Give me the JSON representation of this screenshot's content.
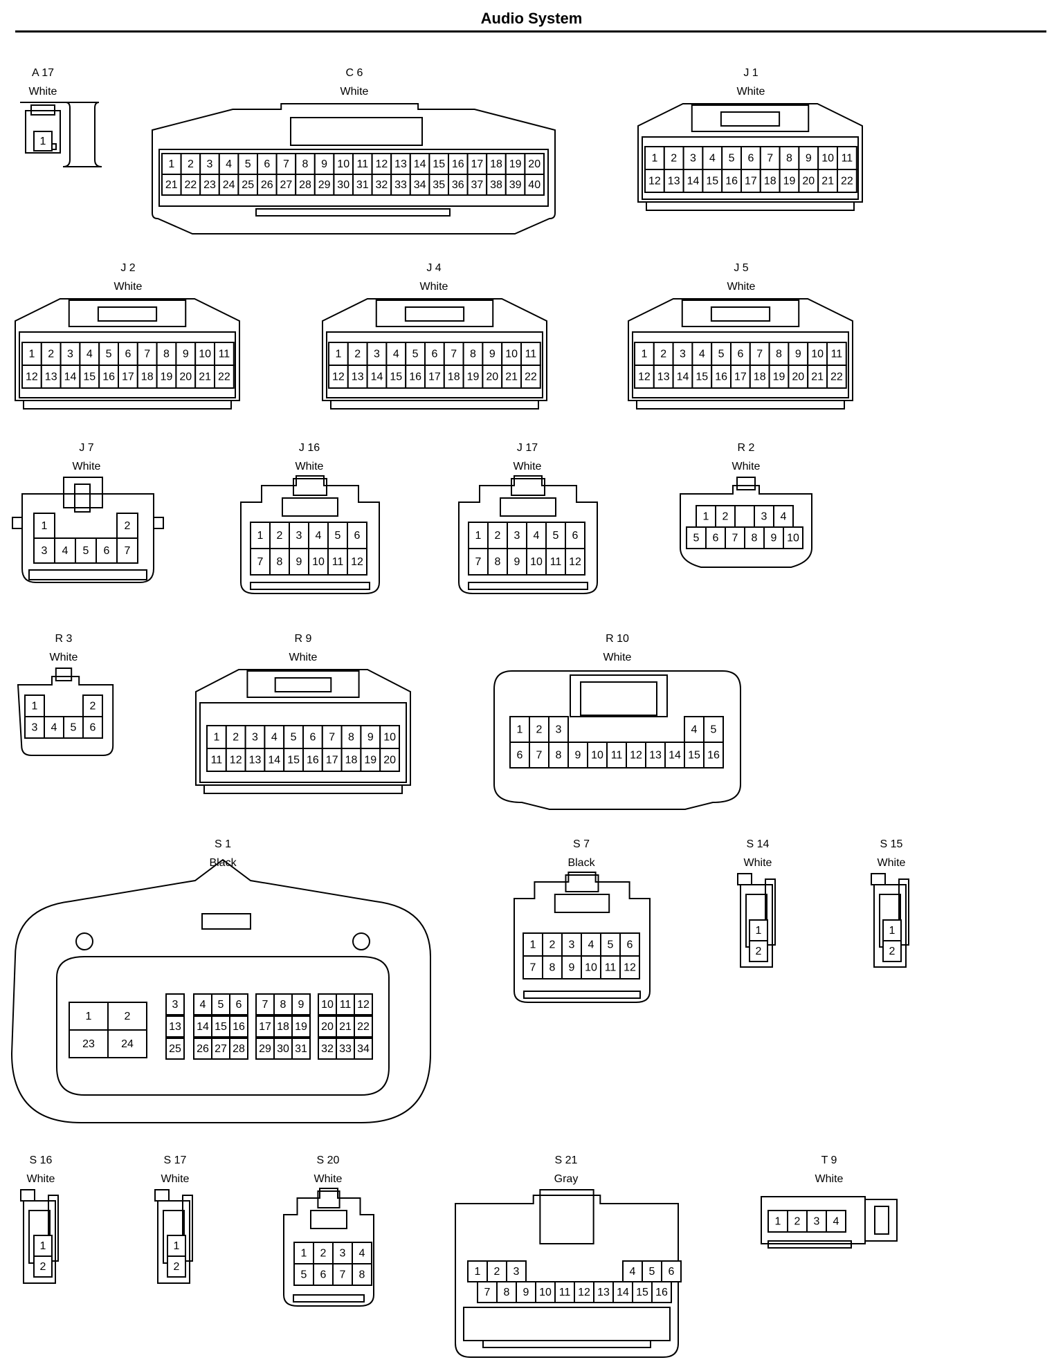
{
  "page": {
    "title": "Audio System"
  },
  "connectors": [
    {
      "id": "A 17",
      "color": "White",
      "shape": "single",
      "rows": [
        [
          "1"
        ]
      ]
    },
    {
      "id": "C 6",
      "color": "White",
      "shape": "wide",
      "rows": [
        [
          "1",
          "2",
          "3",
          "4",
          "5",
          "6",
          "7",
          "8",
          "9",
          "10",
          "11",
          "12",
          "13",
          "14",
          "15",
          "16",
          "17",
          "18",
          "19",
          "20"
        ],
        [
          "21",
          "22",
          "23",
          "24",
          "25",
          "26",
          "27",
          "28",
          "29",
          "30",
          "31",
          "32",
          "33",
          "34",
          "35",
          "36",
          "37",
          "38",
          "39",
          "40"
        ]
      ]
    },
    {
      "id": "J 1",
      "color": "White",
      "shape": "std",
      "rows": [
        [
          "1",
          "2",
          "3",
          "4",
          "5",
          "6",
          "7",
          "8",
          "9",
          "10",
          "11"
        ],
        [
          "12",
          "13",
          "14",
          "15",
          "16",
          "17",
          "18",
          "19",
          "20",
          "21",
          "22"
        ]
      ]
    },
    {
      "id": "J 2",
      "color": "White",
      "shape": "std",
      "rows": [
        [
          "1",
          "2",
          "3",
          "4",
          "5",
          "6",
          "7",
          "8",
          "9",
          "10",
          "11"
        ],
        [
          "12",
          "13",
          "14",
          "15",
          "16",
          "17",
          "18",
          "19",
          "20",
          "21",
          "22"
        ]
      ]
    },
    {
      "id": "J 4",
      "color": "White",
      "shape": "std",
      "rows": [
        [
          "1",
          "2",
          "3",
          "4",
          "5",
          "6",
          "7",
          "8",
          "9",
          "10",
          "11"
        ],
        [
          "12",
          "13",
          "14",
          "15",
          "16",
          "17",
          "18",
          "19",
          "20",
          "21",
          "22"
        ]
      ]
    },
    {
      "id": "J 5",
      "color": "White",
      "shape": "std",
      "rows": [
        [
          "1",
          "2",
          "3",
          "4",
          "5",
          "6",
          "7",
          "8",
          "9",
          "10",
          "11"
        ],
        [
          "12",
          "13",
          "14",
          "15",
          "16",
          "17",
          "18",
          "19",
          "20",
          "21",
          "22"
        ]
      ]
    },
    {
      "id": "J 7",
      "color": "White",
      "shape": "j7",
      "rows": [
        [
          "1",
          "",
          "",
          "",
          "2"
        ],
        [
          "3",
          "4",
          "5",
          "6",
          "7"
        ]
      ]
    },
    {
      "id": "J 16",
      "color": "White",
      "shape": "latch",
      "rows": [
        [
          "1",
          "2",
          "3",
          "4",
          "5",
          "6"
        ],
        [
          "7",
          "8",
          "9",
          "10",
          "11",
          "12"
        ]
      ]
    },
    {
      "id": "J 17",
      "color": "White",
      "shape": "latch",
      "rows": [
        [
          "1",
          "2",
          "3",
          "4",
          "5",
          "6"
        ],
        [
          "7",
          "8",
          "9",
          "10",
          "11",
          "12"
        ]
      ]
    },
    {
      "id": "R 2",
      "color": "White",
      "shape": "r2",
      "rows": [
        [
          "1",
          "2",
          "",
          "3",
          "4"
        ],
        [
          "5",
          "6",
          "7",
          "8",
          "9",
          "10"
        ]
      ]
    },
    {
      "id": "R 3",
      "color": "White",
      "shape": "r3",
      "rows": [
        [
          "1",
          "",
          "",
          "2"
        ],
        [
          "3",
          "4",
          "5",
          "6"
        ]
      ]
    },
    {
      "id": "R 9",
      "color": "White",
      "shape": "std",
      "rows": [
        [
          "1",
          "2",
          "3",
          "4",
          "5",
          "6",
          "7",
          "8",
          "9",
          "10"
        ],
        [
          "11",
          "12",
          "13",
          "14",
          "15",
          "16",
          "17",
          "18",
          "19",
          "20"
        ]
      ]
    },
    {
      "id": "R 10",
      "color": "White",
      "shape": "r10",
      "rows": [
        [
          "1",
          "2",
          "3",
          "",
          "",
          "",
          "",
          "",
          "",
          "4",
          "5"
        ],
        [
          "6",
          "7",
          "8",
          "9",
          "10",
          "11",
          "12",
          "13",
          "14",
          "15",
          "16"
        ]
      ]
    },
    {
      "id": "S 1",
      "color": "Black",
      "shape": "big",
      "big": [
        [
          "1",
          "2"
        ],
        [
          "23",
          "24"
        ]
      ],
      "groups": [
        [
          [
            "3"
          ],
          [
            "13"
          ],
          [
            "25"
          ]
        ],
        [
          [
            "4",
            "5",
            "6"
          ],
          [
            "14",
            "15",
            "16"
          ],
          [
            "26",
            "27",
            "28"
          ]
        ],
        [
          [
            "7",
            "8",
            "9"
          ],
          [
            "17",
            "18",
            "19"
          ],
          [
            "29",
            "30",
            "31"
          ]
        ],
        [
          [
            "10",
            "11",
            "12"
          ],
          [
            "20",
            "21",
            "22"
          ],
          [
            "32",
            "33",
            "34"
          ]
        ]
      ]
    },
    {
      "id": "S 7",
      "color": "Black",
      "shape": "latch",
      "rows": [
        [
          "1",
          "2",
          "3",
          "4",
          "5",
          "6"
        ],
        [
          "7",
          "8",
          "9",
          "10",
          "11",
          "12"
        ]
      ]
    },
    {
      "id": "S 14",
      "color": "White",
      "shape": "v2",
      "rows": [
        [
          "1"
        ],
        [
          "2"
        ]
      ]
    },
    {
      "id": "S 15",
      "color": "White",
      "shape": "v2",
      "rows": [
        [
          "1"
        ],
        [
          "2"
        ]
      ]
    },
    {
      "id": "S 16",
      "color": "White",
      "shape": "v2",
      "rows": [
        [
          "1"
        ],
        [
          "2"
        ]
      ]
    },
    {
      "id": "S 17",
      "color": "White",
      "shape": "v2",
      "rows": [
        [
          "1"
        ],
        [
          "2"
        ]
      ]
    },
    {
      "id": "S 20",
      "color": "White",
      "shape": "latch",
      "rows": [
        [
          "1",
          "2",
          "3",
          "4"
        ],
        [
          "5",
          "6",
          "7",
          "8"
        ]
      ]
    },
    {
      "id": "S 21",
      "color": "Gray",
      "shape": "s21",
      "rows": [
        [
          "1",
          "2",
          "3",
          "",
          "",
          "",
          "",
          "",
          "4",
          "5",
          "6"
        ],
        [
          "7",
          "8",
          "9",
          "10",
          "11",
          "12",
          "13",
          "14",
          "15",
          "16"
        ]
      ]
    },
    {
      "id": "T 9",
      "color": "White",
      "shape": "t9",
      "rows": [
        [
          "1",
          "2",
          "3",
          "4"
        ]
      ]
    }
  ]
}
